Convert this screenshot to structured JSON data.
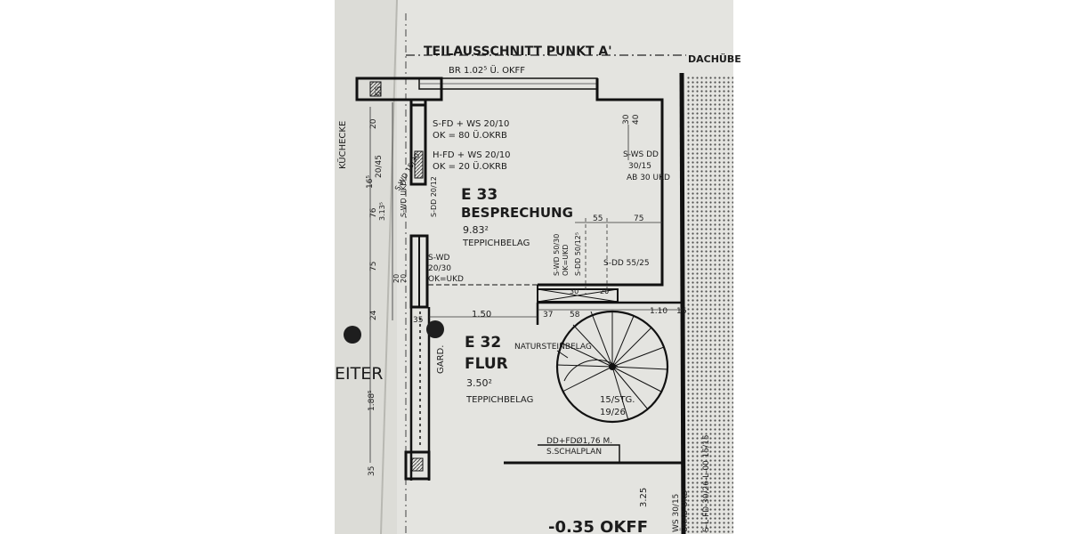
{
  "plan": {
    "title": "TEILAUSSCHNITT PUNKT A'",
    "top_note": "BR 1.02⁵ Ü. OKFF",
    "edge_right": "DACHÜBE",
    "edge_left": "EITER",
    "left_room": "KÜCHECKE",
    "bottom_level": "-0.35 OKFF",
    "beams": [
      "S-FD + WS 20/10",
      "OK = 80 Ü.OKRB",
      "H-FD + WS 20/10",
      "OK = 20 Ü.OKRB",
      "S-WS DD",
      "30/15",
      "AB 30 UKD",
      "S-WD",
      "20/30",
      "OK=UKD",
      "S-DD 55/25",
      "S-WD 50/30",
      "OK=UKD",
      "S-DD 50/12⁵",
      "S-WD UKD",
      "S-DD 20/12",
      "WS 30/15",
      "ÜKRB-UKD",
      "S-L-FD 30/26-L-00 15/15"
    ],
    "rooms": [
      {
        "id": "E 33",
        "name": "BESPRECHUNG",
        "area": "9.83²",
        "floor": "TEPPICHBELAG"
      },
      {
        "id": "E 32",
        "name": "FLUR",
        "area": "3.50²",
        "floor": "TEPPICHBELAG"
      }
    ],
    "stair": {
      "finish": "NATURSTEINBELAG",
      "steps": "15/STG.",
      "ratio": "19/26",
      "note1": "DD+FDØ1,76 M.",
      "note2": "S.SCHALPLAN"
    },
    "garderobe": "GARD.",
    "dims": [
      "55",
      "20",
      "40",
      "30",
      "16⁵",
      "20/45",
      "76",
      "3.13⁵",
      "S-WD 15/30",
      "75",
      "20",
      "20",
      "24",
      "1.88⁵",
      "35",
      "35",
      "55",
      "75",
      "1.50",
      "37",
      "58",
      "1.10",
      "16",
      "3.25",
      "20",
      "30"
    ]
  }
}
